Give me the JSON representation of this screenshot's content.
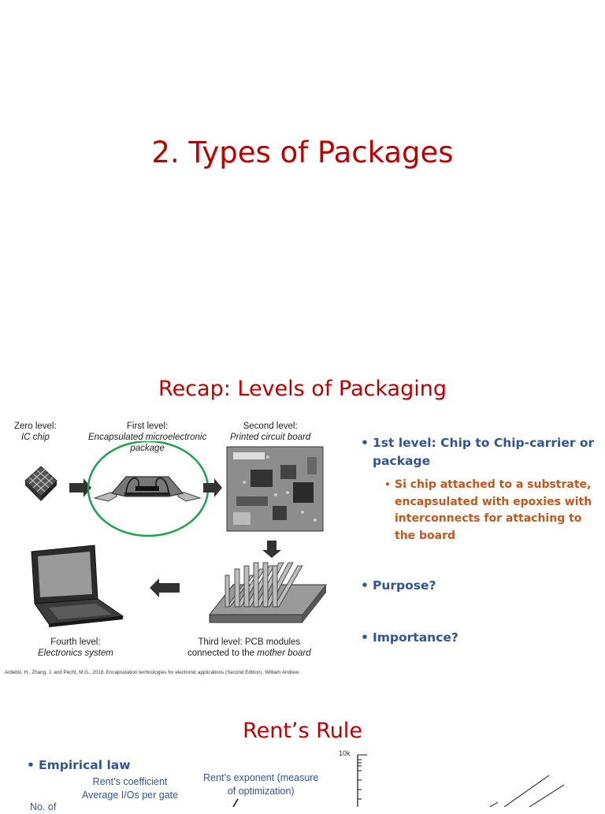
{
  "slide1": {
    "title": "2. Types of Packages"
  },
  "slide2": {
    "title": "Recap: Levels of Packaging",
    "diagram": {
      "zero_level": {
        "line1": "Zero level:",
        "line2": "IC chip"
      },
      "first_level": {
        "line1": "First level:",
        "line2": "Encapsulated microelectronic",
        "line3": "package"
      },
      "second_level": {
        "line1": "Second level:",
        "line2": "Printed circuit board"
      },
      "third_level": {
        "line1": "Third level: PCB modules",
        "line2_prefix": "connected to the ",
        "line2_italic": "mother board"
      },
      "fourth_level": {
        "line1": "Fourth level:",
        "line2": "Electronics system"
      }
    },
    "bullets": {
      "b1_line1": "1st level: Chip to Chip-carrier or",
      "b1_line2": "package",
      "sub_line1": "Si chip attached to a substrate,",
      "sub_line2": "encapsulated with epoxies with",
      "sub_line3": "interconnects for attaching to",
      "sub_line4": "the board",
      "b2": "Purpose?",
      "b3": "Importance?"
    },
    "citation": "Ardebili, H., Zhang, J. and Pecht, M.G., 2018. Encapsulation technologies for electronic applications (Second Edition). William Andrew."
  },
  "slide3": {
    "title": "Rent’s Rule",
    "bullet": "Empirical law",
    "coef_line1": "Rent’s coefficient",
    "coef_line2": "Average I/Os per gate",
    "exp_line1": "Rent’s exponent (measure",
    "exp_line2": "of optimization)",
    "cut_text": "No. of",
    "axis_tick": "10k"
  },
  "colors": {
    "title_red": "#c00000",
    "bullet_blue": "#2e5597",
    "sub_orange": "#c5571a",
    "highlight_green": "#1aa34a"
  }
}
